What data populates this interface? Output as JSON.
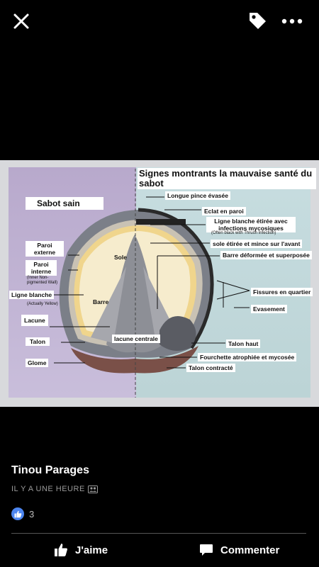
{
  "topbar": {
    "icons": [
      "close-icon",
      "tag-icon",
      "more-options-icon"
    ]
  },
  "photo": {
    "heading": "Signes montrants la mauvaise santé du sabot",
    "left_title": "Sabot sain",
    "left_labels": {
      "paroi_externe": "Paroi externe",
      "paroi_interne": "Paroi interne",
      "paroi_interne_note": "(Inner Non-pigmented Wall)",
      "ligne_blanche": "Ligne blanche",
      "ligne_blanche_note": "(Actually Yellow)",
      "lacune": "Lacune",
      "talon": "Talon",
      "glome": "Glome"
    },
    "center_labels": {
      "sole": "Sole",
      "barre": "Barre",
      "lacune_centrale": "lacune centrale"
    },
    "right_labels": {
      "longue_pince": "Longue pince évasée",
      "eclat": "Eclat en paroi",
      "ligne_etiree": "Ligne blanche étirée avec infections mycosiques",
      "ligne_etiree_note": "(Often black with Thrush Infection)",
      "sole_etiree": "sole étirée et mince sur l'avant",
      "barre_deformee": "Barre déformée et superposée",
      "fissures": "Fissures en quartier",
      "evasement": "Evasement",
      "talon_haut": "Talon haut",
      "fourchette": "Fourchette atrophiée et mycosée",
      "talon_contracte": "Talon contracté"
    }
  },
  "post": {
    "author": "Tinou Parages",
    "time_ago": "IL Y A UNE HEURE",
    "privacy_icon": "friends-icon",
    "like_count": "3"
  },
  "actions": {
    "like_label": "J'aime",
    "comment_label": "Commenter"
  }
}
